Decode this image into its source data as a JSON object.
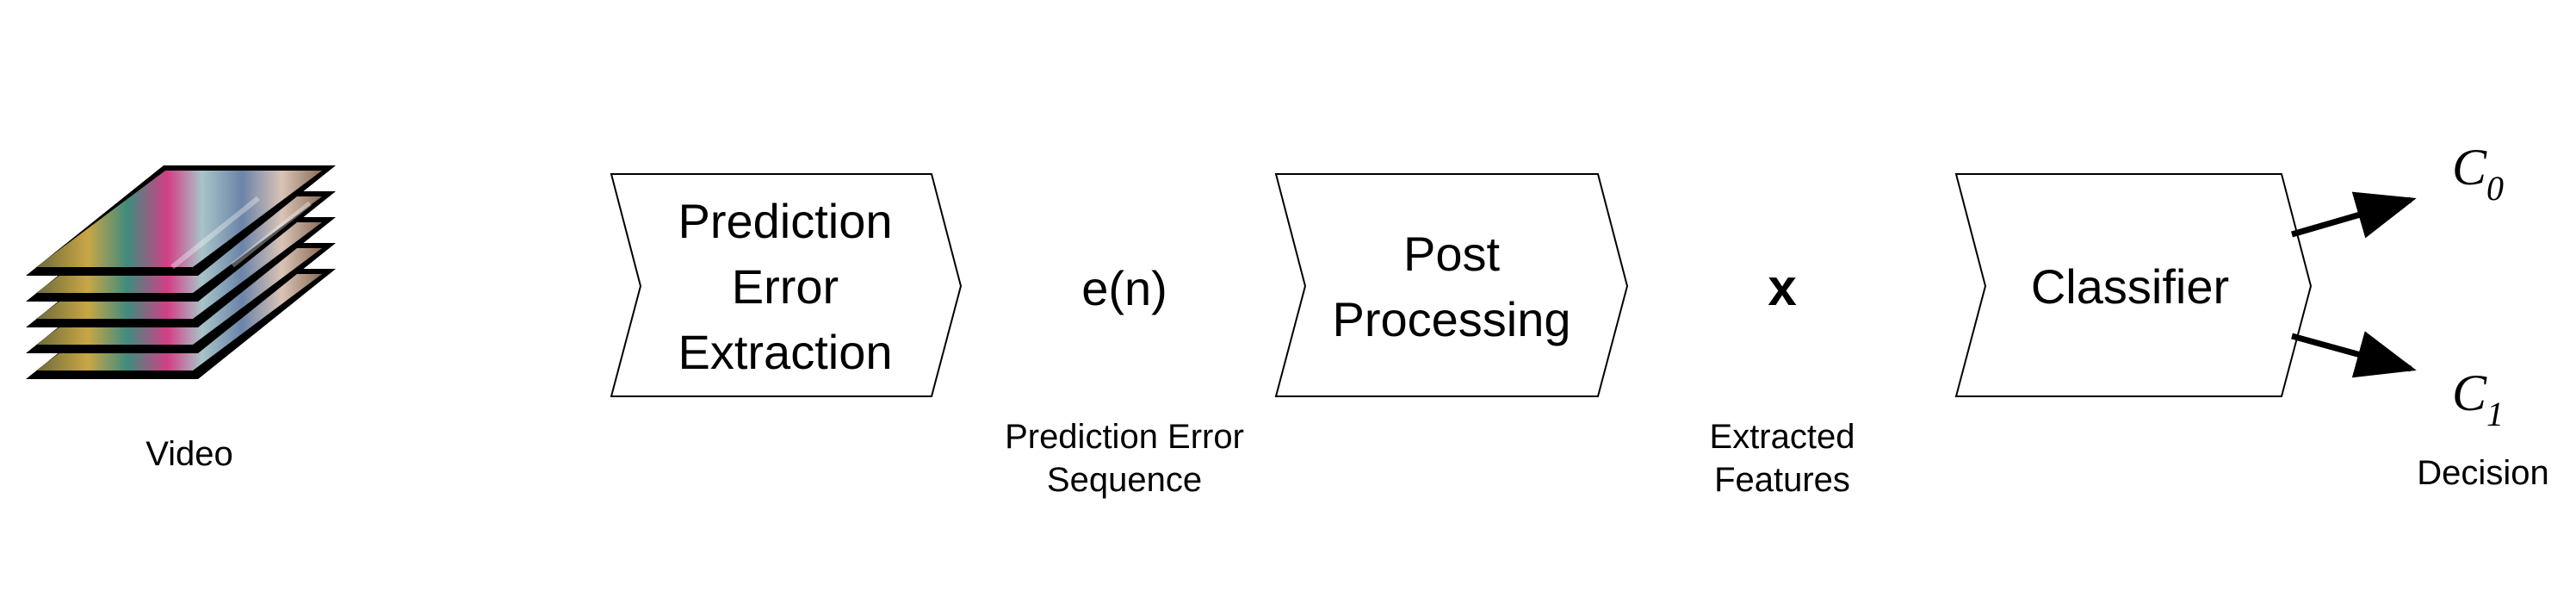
{
  "input": {
    "label": "Video"
  },
  "blocks": [
    {
      "lines": [
        "Prediction",
        "Error",
        "Extraction"
      ]
    },
    {
      "lines": [
        "Post",
        "Processing"
      ]
    },
    {
      "lines": [
        "Classifier"
      ]
    }
  ],
  "signals": [
    {
      "symbol": "e(n)",
      "caption": [
        "Prediction Error",
        "Sequence"
      ]
    },
    {
      "symbol": "x",
      "caption": [
        "Extracted",
        "Features"
      ]
    }
  ],
  "outputs": {
    "classes": [
      {
        "symbol": "C",
        "sub": "0"
      },
      {
        "symbol": "C",
        "sub": "1"
      }
    ],
    "caption": "Decision"
  },
  "colors": {
    "stroke": "#000000",
    "background": "#ffffff",
    "frame": "#000000"
  }
}
